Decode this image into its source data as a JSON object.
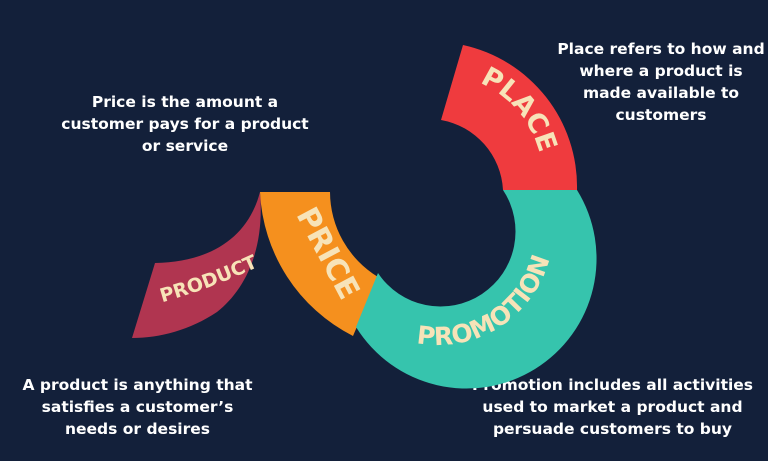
{
  "segments": {
    "product": {
      "label": "PRODUCT",
      "color": "#b03550"
    },
    "price": {
      "label": "PRICE",
      "color": "#f5901e"
    },
    "place": {
      "label": "PLACE",
      "color": "#ef3b3e"
    },
    "promotion": {
      "label": "PROMOTION",
      "color": "#36c4ad"
    }
  },
  "descriptions": {
    "price": "Price is the amount a customer pays for a product or service",
    "place": "Place refers to how and where a product is made available to customers",
    "product": "A product is anything that satisfies a customer’s needs or desires",
    "promotion": "Promotion includes all activities used to market a product and persuade customers to buy"
  }
}
